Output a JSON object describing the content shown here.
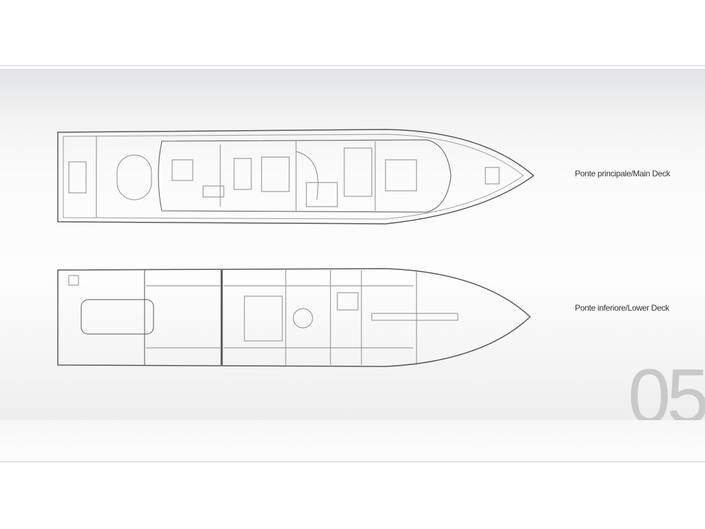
{
  "decks": [
    {
      "label": "Ponte principale/Main Deck"
    },
    {
      "label": "Ponte inferiore/Lower Deck"
    }
  ],
  "page_number": "05"
}
